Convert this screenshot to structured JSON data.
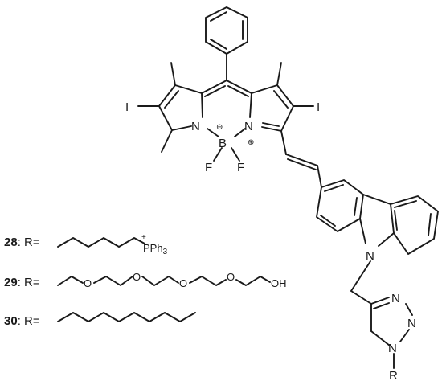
{
  "atoms": {
    "iodine_left": "I",
    "iodine_right": "I",
    "nitrogen_left": "N",
    "nitrogen_right": "N",
    "boron": "B",
    "fluorine_1": "F",
    "fluorine_2": "F",
    "carbazole_nitrogen": "N",
    "triazole_n1": "N",
    "triazole_n2": "N",
    "triazole_n3": "N",
    "r_group": "R"
  },
  "charges": {
    "boron_minus": "⊖",
    "nitrogen_plus": "⊕"
  },
  "substituents": [
    {
      "number": "28",
      "label": ": R=",
      "terminal_group": "PPh",
      "terminal_sub": "3",
      "charge": "+"
    },
    {
      "number": "29",
      "label": ": R=",
      "terminal_group": "OH",
      "chain_oxygens": [
        "O",
        "O",
        "O",
        "O"
      ]
    },
    {
      "number": "30",
      "label": ": R="
    }
  ]
}
